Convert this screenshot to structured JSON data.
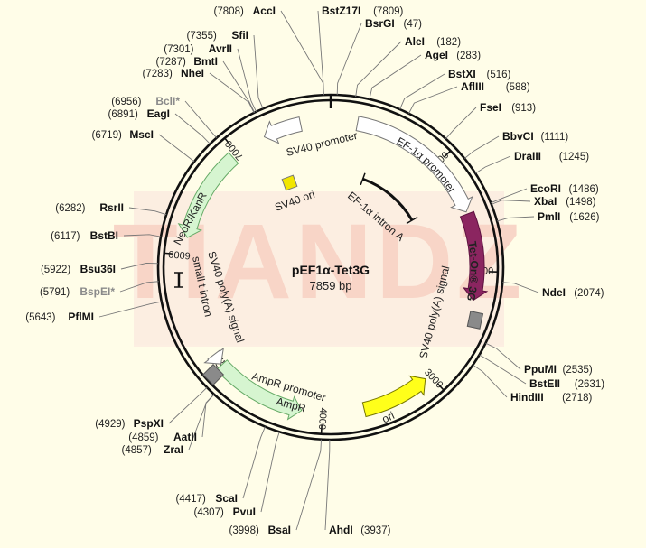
{
  "plasmid": {
    "name": "pEF1α-Tet3G",
    "length_label": "7859 bp",
    "length": 7859
  },
  "watermark": "TIANDZ",
  "ticks": [
    {
      "bp": 1000,
      "label": "1000"
    },
    {
      "bp": 2000,
      "label": "2000"
    },
    {
      "bp": 3000,
      "label": "3000"
    },
    {
      "bp": 4000,
      "label": "4000"
    },
    {
      "bp": 5000,
      "label": "5000"
    },
    {
      "bp": 6000,
      "label": "6000"
    },
    {
      "bp": 7000,
      "label": "7000"
    }
  ],
  "sites": [
    {
      "name": "AccI",
      "pos": "(7808)",
      "bp": 7808,
      "dim": false
    },
    {
      "name": "BstZ17I",
      "pos": "(7809)",
      "bp": 7809,
      "dim": false
    },
    {
      "name": "BsrGI",
      "pos": "(47)",
      "bp": 47,
      "dim": false
    },
    {
      "name": "AleI",
      "pos": "(182)",
      "bp": 182,
      "dim": false
    },
    {
      "name": "AgeI",
      "pos": "(283)",
      "bp": 283,
      "dim": false
    },
    {
      "name": "BstXI",
      "pos": "(516)",
      "bp": 516,
      "dim": false
    },
    {
      "name": "AflIII",
      "pos": "(588)",
      "bp": 588,
      "dim": false
    },
    {
      "name": "FseI",
      "pos": "(913)",
      "bp": 913,
      "dim": false
    },
    {
      "name": "BbvCI",
      "pos": "(1111)",
      "bp": 1111,
      "dim": false
    },
    {
      "name": "DraIII",
      "pos": "(1245)",
      "bp": 1245,
      "dim": false
    },
    {
      "name": "EcoRI",
      "pos": "(1486)",
      "bp": 1486,
      "dim": false
    },
    {
      "name": "XbaI",
      "pos": "(1498)",
      "bp": 1498,
      "dim": false
    },
    {
      "name": "PmlI",
      "pos": "(1626)",
      "bp": 1626,
      "dim": false
    },
    {
      "name": "NdeI",
      "pos": "(2074)",
      "bp": 2074,
      "dim": false
    },
    {
      "name": "PpuMI",
      "pos": "(2535)",
      "bp": 2535,
      "dim": false
    },
    {
      "name": "BstEII",
      "pos": "(2631)",
      "bp": 2631,
      "dim": false
    },
    {
      "name": "HindIII",
      "pos": "(2718)",
      "bp": 2718,
      "dim": false
    },
    {
      "name": "AhdI",
      "pos": "(3937)",
      "bp": 3937,
      "dim": false
    },
    {
      "name": "BsaI",
      "pos": "(3998)",
      "bp": 3998,
      "dim": false
    },
    {
      "name": "PvuI",
      "pos": "(4307)",
      "bp": 4307,
      "dim": false
    },
    {
      "name": "ScaI",
      "pos": "(4417)",
      "bp": 4417,
      "dim": false
    },
    {
      "name": "ZraI",
      "pos": "(4857)",
      "bp": 4857,
      "dim": false
    },
    {
      "name": "AatII",
      "pos": "(4859)",
      "bp": 4859,
      "dim": false
    },
    {
      "name": "PspXI",
      "pos": "(4929)",
      "bp": 4929,
      "dim": false
    },
    {
      "name": "PflMI",
      "pos": "(5643)",
      "bp": 5643,
      "dim": false
    },
    {
      "name": "BspEI*",
      "pos": "(5791)",
      "bp": 5791,
      "dim": true
    },
    {
      "name": "Bsu36I",
      "pos": "(5922)",
      "bp": 5922,
      "dim": false
    },
    {
      "name": "BstBI",
      "pos": "(6117)",
      "bp": 6117,
      "dim": false
    },
    {
      "name": "RsrII",
      "pos": "(6282)",
      "bp": 6282,
      "dim": false
    },
    {
      "name": "MscI",
      "pos": "(6719)",
      "bp": 6719,
      "dim": false
    },
    {
      "name": "EagI",
      "pos": "(6891)",
      "bp": 6891,
      "dim": false
    },
    {
      "name": "BclI*",
      "pos": "(6956)",
      "bp": 6956,
      "dim": true
    },
    {
      "name": "NheI",
      "pos": "(7283)",
      "bp": 7283,
      "dim": false
    },
    {
      "name": "BmtI",
      "pos": "(7287)",
      "bp": 7287,
      "dim": false
    },
    {
      "name": "AvrII",
      "pos": "(7301)",
      "bp": 7301,
      "dim": false
    },
    {
      "name": "SfiI",
      "pos": "(7355)",
      "bp": 7355,
      "dim": false
    }
  ],
  "features": [
    {
      "id": "ef1a-promoter",
      "label": "EF-1α promoter",
      "start": 230,
      "end": 1480,
      "color": "#ffffff",
      "stroke": "#777777",
      "dir": 1
    },
    {
      "id": "tet-on-3g",
      "label": "Tet-On® 3G",
      "start": 1500,
      "end": 2250,
      "color": "#8b2560",
      "stroke": "#5e1240",
      "dir": 1
    },
    {
      "id": "ori",
      "label": "ori",
      "start": 3050,
      "end": 3640,
      "color": "#ffff1a",
      "stroke": "#777700",
      "dir": -1
    },
    {
      "id": "ampr",
      "label": "AmpR",
      "start": 4180,
      "end": 4980,
      "color": "#d6f5d0",
      "stroke": "#66aa66",
      "dir": -1
    },
    {
      "id": "ampr-promoter",
      "label": "AmpR promoter",
      "start": 4990,
      "end": 5090,
      "color": "#ffffff",
      "stroke": "#777777",
      "dir": -1
    },
    {
      "id": "neo-kanr",
      "label": "NeoR/KanR",
      "start": 6150,
      "end": 6950,
      "color": "#d6f5d0",
      "stroke": "#66aa66",
      "dir": -1
    },
    {
      "id": "sv40-promoter",
      "label": "SV40 promoter",
      "start": 7270,
      "end": 7600,
      "color": "#ffffff",
      "stroke": "#777777",
      "dir": -1
    }
  ],
  "labels": {
    "sv40_ori": "SV40 ori",
    "ef1a_intron": "EF-1α intron A",
    "sv40_polya_right": "SV40 poly(A) signal",
    "sv40_polya_left": "SV40 poly(A) signal",
    "small_t_intron": "small t intron"
  },
  "colors": {
    "backbone": "#111111",
    "sv40_ori": "#f2e600",
    "polya": "#8a8a8a",
    "watermark": "#f7c9c4"
  }
}
